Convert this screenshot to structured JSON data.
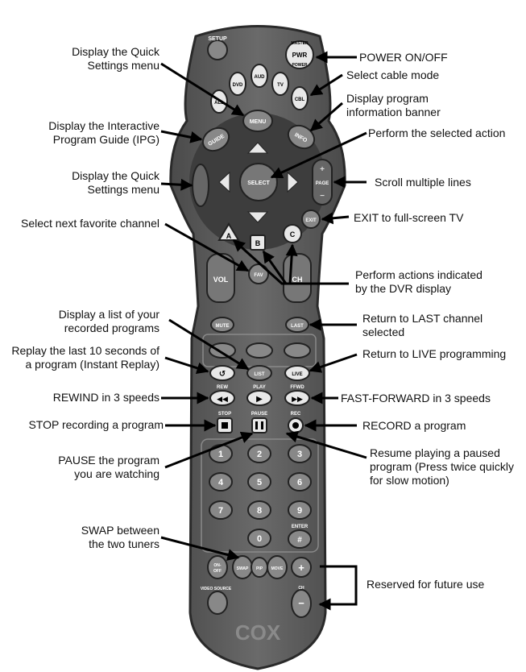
{
  "callouts": {
    "power": [
      "POWER ON/OFF"
    ],
    "cable": [
      "Select cable mode"
    ],
    "info": [
      "Display program",
      "information banner"
    ],
    "select": [
      "Perform the selected action"
    ],
    "page": [
      "Scroll multiple lines"
    ],
    "exit": [
      "EXIT to full-screen TV"
    ],
    "dvr": [
      "Perform actions indicated",
      "by the DVR display"
    ],
    "last": [
      "Return to LAST channel",
      "selected"
    ],
    "live": [
      "Return to LIVE programming"
    ],
    "ffwd": [
      "FAST-FORWARD in 3 speeds"
    ],
    "rec": [
      "RECORD a program"
    ],
    "resume": [
      "Resume playing a paused",
      "program (Press twice quickly",
      "for slow motion)"
    ],
    "reserved": [
      "Reserved for future use"
    ],
    "menu": [
      "Display the Quick",
      "Settings menu"
    ],
    "guide": [
      "Display the Interactive",
      "Program Guide (IPG)"
    ],
    "settings": [
      "Display the Quick",
      "Settings menu"
    ],
    "fav": [
      "Select next favorite channel"
    ],
    "list": [
      "Display a list of your",
      "recorded programs"
    ],
    "replay": [
      "Replay the last 10 seconds of",
      "a program (Instant Replay)"
    ],
    "rew": [
      "REWIND in 3 speeds"
    ],
    "stop": [
      "STOP recording a program"
    ],
    "pause": [
      "PAUSE the program",
      "you are watching"
    ],
    "swap": [
      "SWAP between",
      "the two tuners"
    ]
  },
  "remote": {
    "setup": "SETUP",
    "master": "MASTER",
    "pwr": "PWR",
    "power": "POWER",
    "all": "ALL",
    "dvd": "DVD",
    "aud": "AUD",
    "tv": "TV",
    "cbl": "CBL",
    "menu": "MENU",
    "guide": "GUIDE",
    "info": "INFO",
    "select": "SELECT",
    "page": "PAGE",
    "exit": "EXIT",
    "a": "A",
    "b": "B",
    "c": "C",
    "vol": "VOL",
    "fav": "FAV",
    "ch": "CH",
    "mute": "MUTE",
    "last": "LAST",
    "list": "LIST",
    "live": "LIVE",
    "rew": "REW",
    "play": "PLAY",
    "ffwd": "FFWD",
    "stop": "STOP",
    "pause_label": "PAUSE",
    "rec": "REC",
    "digits": [
      "1",
      "2",
      "3",
      "4",
      "5",
      "6",
      "7",
      "8",
      "9",
      "0"
    ],
    "enter": "ENTER",
    "hash": "#",
    "onoff": "ON-\nOFF",
    "swap": "SWAP",
    "pip": "PIP",
    "move": "MOVE",
    "plus": "+",
    "minus": "−",
    "video_source": "VIDEO SOURCE",
    "brand": "COX"
  }
}
